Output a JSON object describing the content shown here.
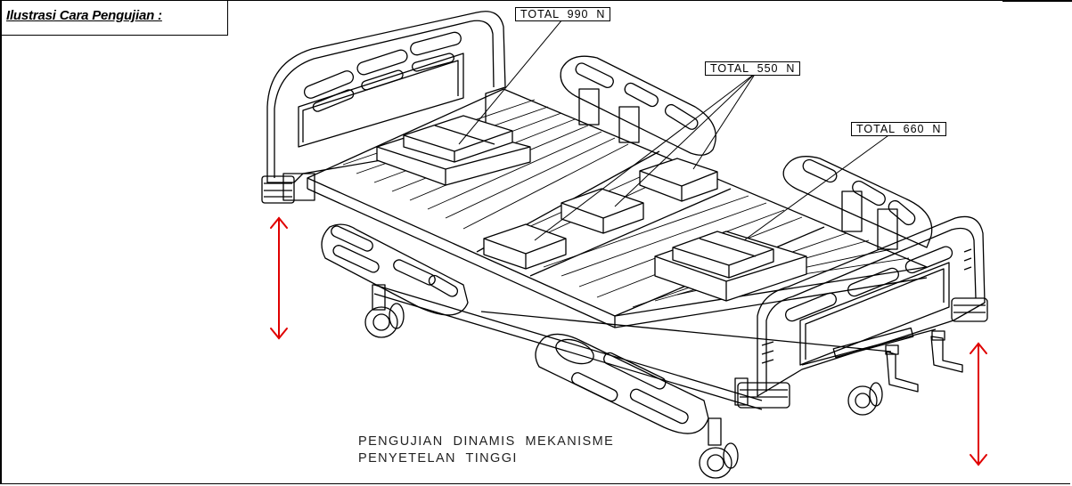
{
  "title": "Ilustrasi Cara Pengujian :",
  "callouts": {
    "head": "TOTAL  990  N",
    "middle": "TOTAL  550  N",
    "foot": "TOTAL  660  N"
  },
  "caption": {
    "line1": "PENGUJIAN  DINAMIS  MEKANISME",
    "line2": "PENYETELAN  TINGGI"
  },
  "colors": {
    "arrow": "#e00000",
    "line": "#000000"
  }
}
